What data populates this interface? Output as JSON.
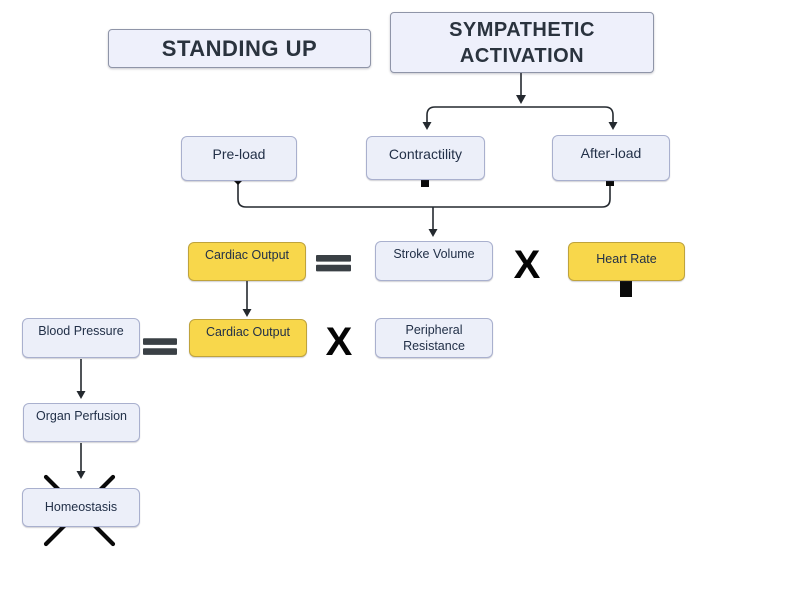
{
  "diagram": {
    "titles": {
      "standing_up": "STANDING UP",
      "sympathetic_activation": "SYMPATHETIC ACTIVATION"
    },
    "nodes": {
      "preload": {
        "label": "Pre-load",
        "indicator": "decrease",
        "color": "lavender"
      },
      "contractility": {
        "label": "Contractility",
        "indicator": "increase",
        "color": "lavender"
      },
      "afterload": {
        "label": "After-load",
        "indicator": "increase",
        "color": "lavender"
      },
      "cardiac_output_1": {
        "label": "Cardiac Output",
        "indicator": "decrease-crossed",
        "color": "yellow"
      },
      "stroke_volume": {
        "label": "Stroke Volume",
        "indicator": "decrease",
        "color": "lavender"
      },
      "heart_rate": {
        "label": "Heart Rate",
        "indicator": "increase-large",
        "color": "yellow"
      },
      "blood_pressure": {
        "label": "Blood Pressure",
        "indicator": "decrease-crossed",
        "color": "lavender"
      },
      "cardiac_output_2": {
        "label": "Cardiac Output",
        "indicator": "decrease-crossed",
        "color": "yellow"
      },
      "peripheral_resistance": {
        "label": "Peripheral Resistance",
        "indicator": "none",
        "color": "lavender"
      },
      "organ_perfusion": {
        "label": "Organ Perfusion",
        "indicator": "decrease-crossed",
        "color": "lavender"
      },
      "homeostasis": {
        "label": "Homeostasis",
        "indicator": "crossed-out",
        "color": "lavender"
      }
    },
    "operators": {
      "equals": "=",
      "multiply": "X"
    },
    "equations": [
      "Cardiac Output = Stroke Volume X Heart Rate",
      "Blood Pressure = Cardiac Output X Peripheral Resistance"
    ],
    "colors": {
      "node_lavender_fill": "#ECEFF9",
      "node_lavender_border": "#A9B0CE",
      "node_yellow_fill": "#F8D74B",
      "node_yellow_border": "#BFA33C",
      "line": "#24292F",
      "arrow_black": "#0A0A0A",
      "text": "#223048",
      "title_text": "#2A333E",
      "background": "#FFFFFF"
    }
  }
}
